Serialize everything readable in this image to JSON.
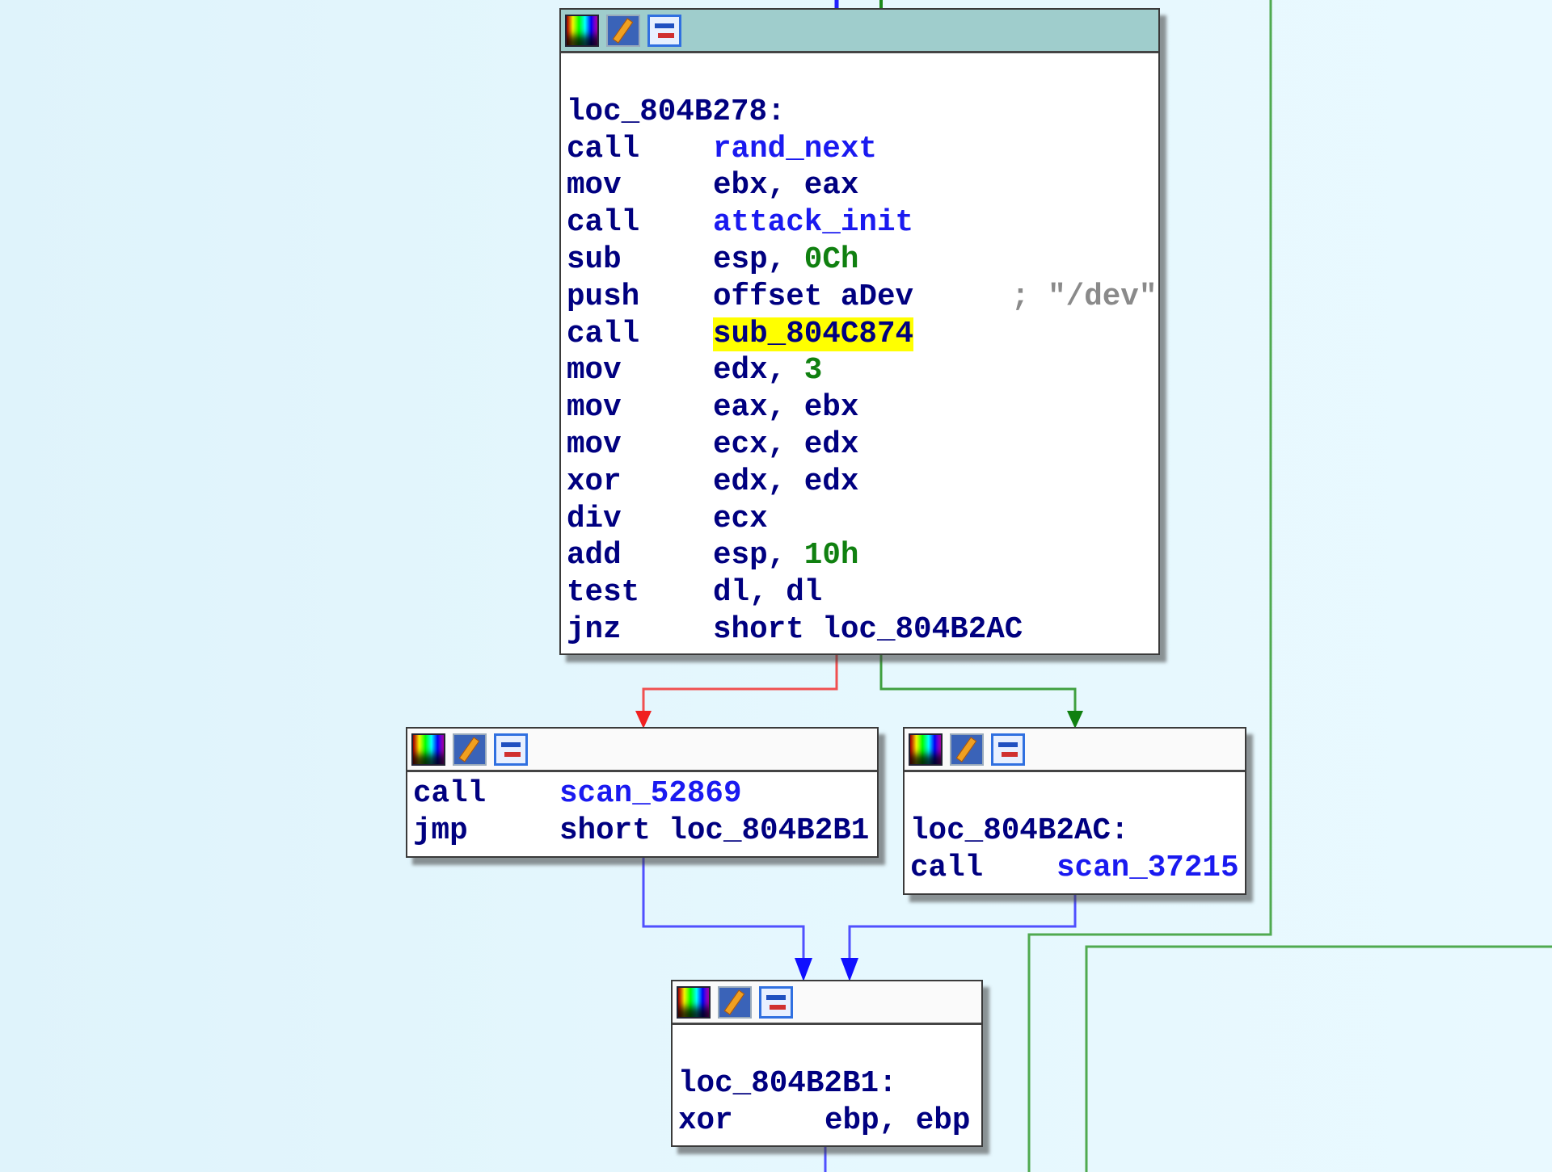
{
  "colors": {
    "background": "#e3f6fd",
    "selected_header": "#9fcdcc",
    "highlight": "#ffff00",
    "edge_true": "#2a8a2a",
    "edge_false": "#f03030",
    "edge_flow": "#3333ff"
  },
  "blocks": [
    {
      "id": "loc_804B278",
      "selected": true,
      "blank_first": true,
      "lines": [
        {
          "label": "loc_804B278:"
        },
        {
          "mn": "call",
          "ops": [
            {
              "t": "rand_next",
              "k": "name"
            }
          ]
        },
        {
          "mn": "mov",
          "ops": [
            {
              "t": "ebx, eax",
              "k": "reg"
            }
          ]
        },
        {
          "mn": "call",
          "ops": [
            {
              "t": "attack_init",
              "k": "name"
            }
          ]
        },
        {
          "mn": "sub",
          "ops": [
            {
              "t": "esp, ",
              "k": "reg"
            },
            {
              "t": "0Ch",
              "k": "num"
            }
          ]
        },
        {
          "mn": "push",
          "ops": [
            {
              "t": "offset aDev",
              "k": "reg"
            }
          ],
          "comment": "; \"/dev\""
        },
        {
          "mn": "call",
          "ops": [
            {
              "t": "sub_804C874",
              "k": "hl"
            }
          ]
        },
        {
          "mn": "mov",
          "ops": [
            {
              "t": "edx, ",
              "k": "reg"
            },
            {
              "t": "3",
              "k": "num"
            }
          ]
        },
        {
          "mn": "mov",
          "ops": [
            {
              "t": "eax, ebx",
              "k": "reg"
            }
          ]
        },
        {
          "mn": "mov",
          "ops": [
            {
              "t": "ecx, edx",
              "k": "reg"
            }
          ]
        },
        {
          "mn": "xor",
          "ops": [
            {
              "t": "edx, edx",
              "k": "reg"
            }
          ]
        },
        {
          "mn": "div",
          "ops": [
            {
              "t": "ecx",
              "k": "reg"
            }
          ]
        },
        {
          "mn": "add",
          "ops": [
            {
              "t": "esp, ",
              "k": "reg"
            },
            {
              "t": "10h",
              "k": "num"
            }
          ]
        },
        {
          "mn": "test",
          "ops": [
            {
              "t": "dl, dl",
              "k": "reg"
            }
          ]
        },
        {
          "mn": "jnz",
          "ops": [
            {
              "t": "short loc_804B2AC",
              "k": "reg"
            }
          ]
        }
      ]
    },
    {
      "id": "scan_52869_block",
      "selected": false,
      "blank_first": false,
      "lines": [
        {
          "mn": "call",
          "ops": [
            {
              "t": "scan_52869",
              "k": "name"
            }
          ]
        },
        {
          "mn": "jmp",
          "ops": [
            {
              "t": "short loc_804B2B1",
              "k": "reg"
            }
          ]
        }
      ]
    },
    {
      "id": "loc_804B2AC",
      "selected": false,
      "blank_first": true,
      "lines": [
        {
          "label": "loc_804B2AC:"
        },
        {
          "mn": "call",
          "ops": [
            {
              "t": "scan_37215",
              "k": "name"
            }
          ]
        }
      ]
    },
    {
      "id": "loc_804B2B1",
      "selected": false,
      "blank_first": true,
      "lines": [
        {
          "label": "loc_804B2B1:"
        },
        {
          "mn": "xor",
          "ops": [
            {
              "t": "ebp, ebp",
              "k": "reg"
            }
          ]
        }
      ]
    }
  ]
}
